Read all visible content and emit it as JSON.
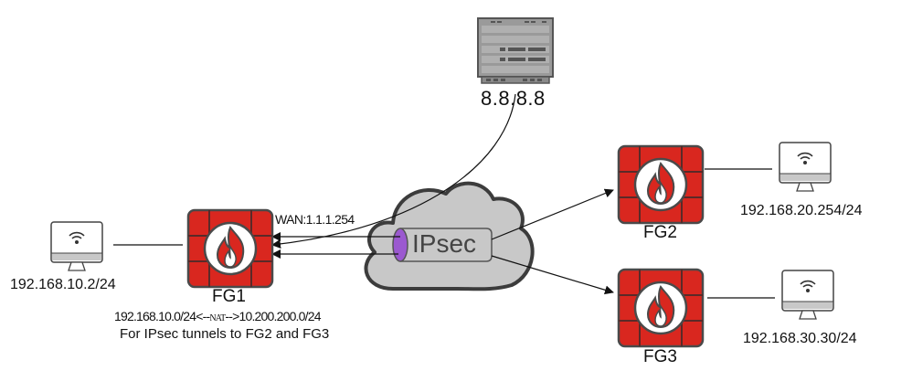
{
  "diagram": {
    "internet_server": {
      "label": "8.8.8.8",
      "icon": "server-rack-icon"
    },
    "tunnel": {
      "label": "IPsec",
      "icon": "cloud-icon"
    },
    "firewalls": [
      {
        "id": "FG1",
        "label": "FG1",
        "icon": "firewall-icon",
        "wan": "WAN:1.1.1.254"
      },
      {
        "id": "FG2",
        "label": "FG2",
        "icon": "firewall-icon"
      },
      {
        "id": "FG3",
        "label": "FG3",
        "icon": "firewall-icon"
      }
    ],
    "hosts": [
      {
        "label": "192.168.10.2/24",
        "icon": "computer-wifi-icon"
      },
      {
        "label": "192.168.20.254/24",
        "icon": "computer-wifi-icon"
      },
      {
        "label": "192.168.30.30/24",
        "icon": "computer-wifi-icon"
      }
    ],
    "nat_note": {
      "left": "192.168.10.0/24",
      "arrow_left": "<--",
      "middle": "NAT",
      "arrow_right": "-->",
      "right": "10.200.200.0/24",
      "caption": "For IPsec tunnels to FG2 and FG3"
    },
    "colors": {
      "firewall_red": "#d9271f",
      "firewall_border": "#4a4a4a",
      "cloud_fill": "#c8c8c8",
      "cloud_stroke": "#3c3c3c",
      "tunnel_cap": "#9b59d0",
      "line": "#111111"
    }
  }
}
